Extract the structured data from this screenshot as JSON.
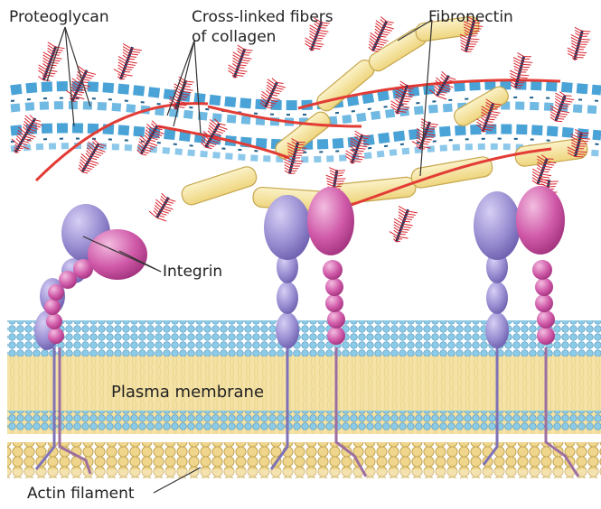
{
  "labels": {
    "proteoglycan": "Proteoglycan",
    "collagen_line1": "Cross-linked fibers",
    "collagen_line2": "of collagen",
    "fibronectin": "Fibronectin",
    "integrin": "Integrin",
    "plasma_membrane": "Plasma membrane",
    "actin_filament": "Actin filament"
  },
  "colors": {
    "membrane_head": "#86c6e6",
    "membrane_core": "#f4e1a1",
    "collagen": "#4aa3d6",
    "fibronectin": "#f6e6a0",
    "proteoglycan": "#d9232e",
    "integrin_alpha": "#9c8fd0",
    "integrin_beta": "#cf5aa8",
    "actin": "#e8cf86"
  }
}
